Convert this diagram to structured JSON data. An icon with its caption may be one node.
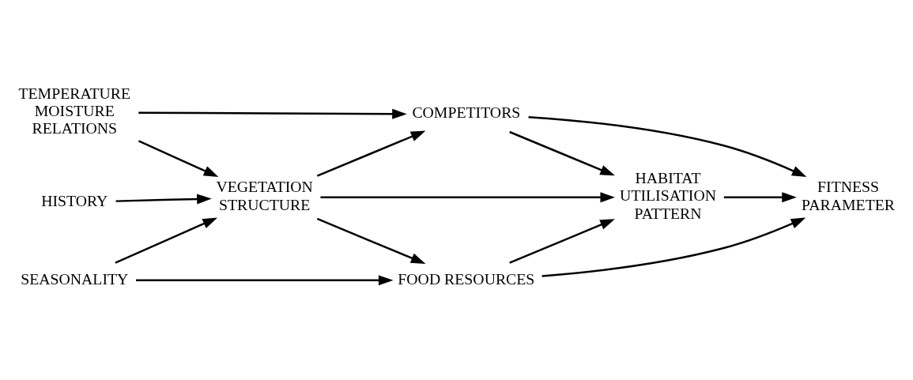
{
  "diagram": {
    "nodes": [
      {
        "text": [
          "TEMPERATURE MOISTURE RELATIONS"
        ]
      },
      {
        "text": [
          "COMPETITORS"
        ]
      },
      {
        "text": [
          "HISTORY"
        ]
      },
      {
        "text": [
          "VEGETATION STRUCTURE"
        ]
      },
      {
        "text": [
          "HABITAT UTILISATION PATTERN"
        ]
      },
      {
        "text": [
          "FITNESS PARAMETER"
        ]
      },
      {
        "text": [
          "SEASONALITY"
        ]
      },
      {
        "text": [
          "FOOD RESOURCES"
        ]
      }
    ],
    "edges": [
      {
        "from": 0,
        "to": 1,
        "arrow": "to"
      },
      {
        "from": 0,
        "to": 3,
        "arrow": "to"
      },
      {
        "from": 2,
        "to": 3,
        "arrow": "to"
      },
      {
        "from": 3,
        "to": 1,
        "arrow": "to"
      },
      {
        "from": 3,
        "to": 4,
        "arrow": "to"
      },
      {
        "from": 3,
        "to": 7,
        "arrow": "to"
      },
      {
        "from": 6,
        "to": 3,
        "arrow": "to"
      },
      {
        "from": 6,
        "to": 7,
        "arrow": "to"
      },
      {
        "from": 1,
        "to": 4,
        "arrow": "to"
      },
      {
        "from": 1,
        "to": 5,
        "arrow": "to"
      },
      {
        "from": 4,
        "to": 5,
        "arrow": "to"
      },
      {
        "from": 7,
        "to": 4,
        "arrow": "to"
      },
      {
        "from": 7,
        "to": 5,
        "arrow": "to"
      }
    ]
  }
}
